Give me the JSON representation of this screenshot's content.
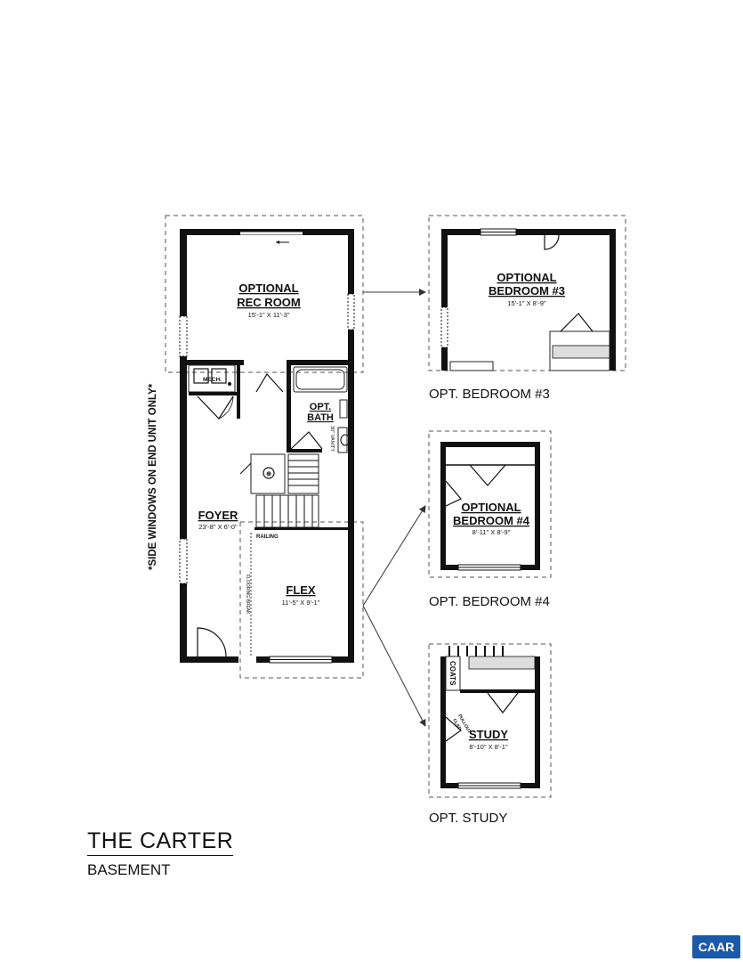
{
  "plan": {
    "name": "THE CARTER",
    "level": "BASEMENT",
    "side_note": "*SIDE WINDOWS ON END UNIT ONLY*"
  },
  "rooms": {
    "rec_room": {
      "title_line1": "OPTIONAL",
      "title_line2": "REC ROOM",
      "dims": "15'-1\" X 11'-3\""
    },
    "mech": {
      "label": "MECH."
    },
    "bath": {
      "title_line1": "OPT.",
      "title_line2": "BATH",
      "vanity": "30\" VANITY"
    },
    "foyer": {
      "title": "FOYER",
      "dims": "23'-8\" X 6'-0\""
    },
    "flex": {
      "title": "FLEX",
      "dims": "11'-5\" X 9'-1\"",
      "railing": "RAILING",
      "flooring_break": "FLOORING BREAK"
    },
    "bedroom3": {
      "title_line1": "OPTIONAL",
      "title_line2": "BEDROOM #3",
      "dims": "15'-1\" X 8'-9\"",
      "caption": "OPT. BEDROOM #3"
    },
    "bedroom4": {
      "title_line1": "OPTIONAL",
      "title_line2": "BEDROOM #4",
      "dims": "8'-11\" X 8'-9\"",
      "caption": "OPT. BEDROOM #4"
    },
    "study": {
      "title": "STUDY",
      "dims": "8'-10\" X 8'-1\"",
      "coats": "COATS",
      "pullout_label_1": "PULLOUT",
      "pullout_label_2": "CLAD",
      "caption": "OPT. STUDY"
    }
  },
  "badge": {
    "text": "CAAR",
    "color": "#1a5aa8"
  }
}
